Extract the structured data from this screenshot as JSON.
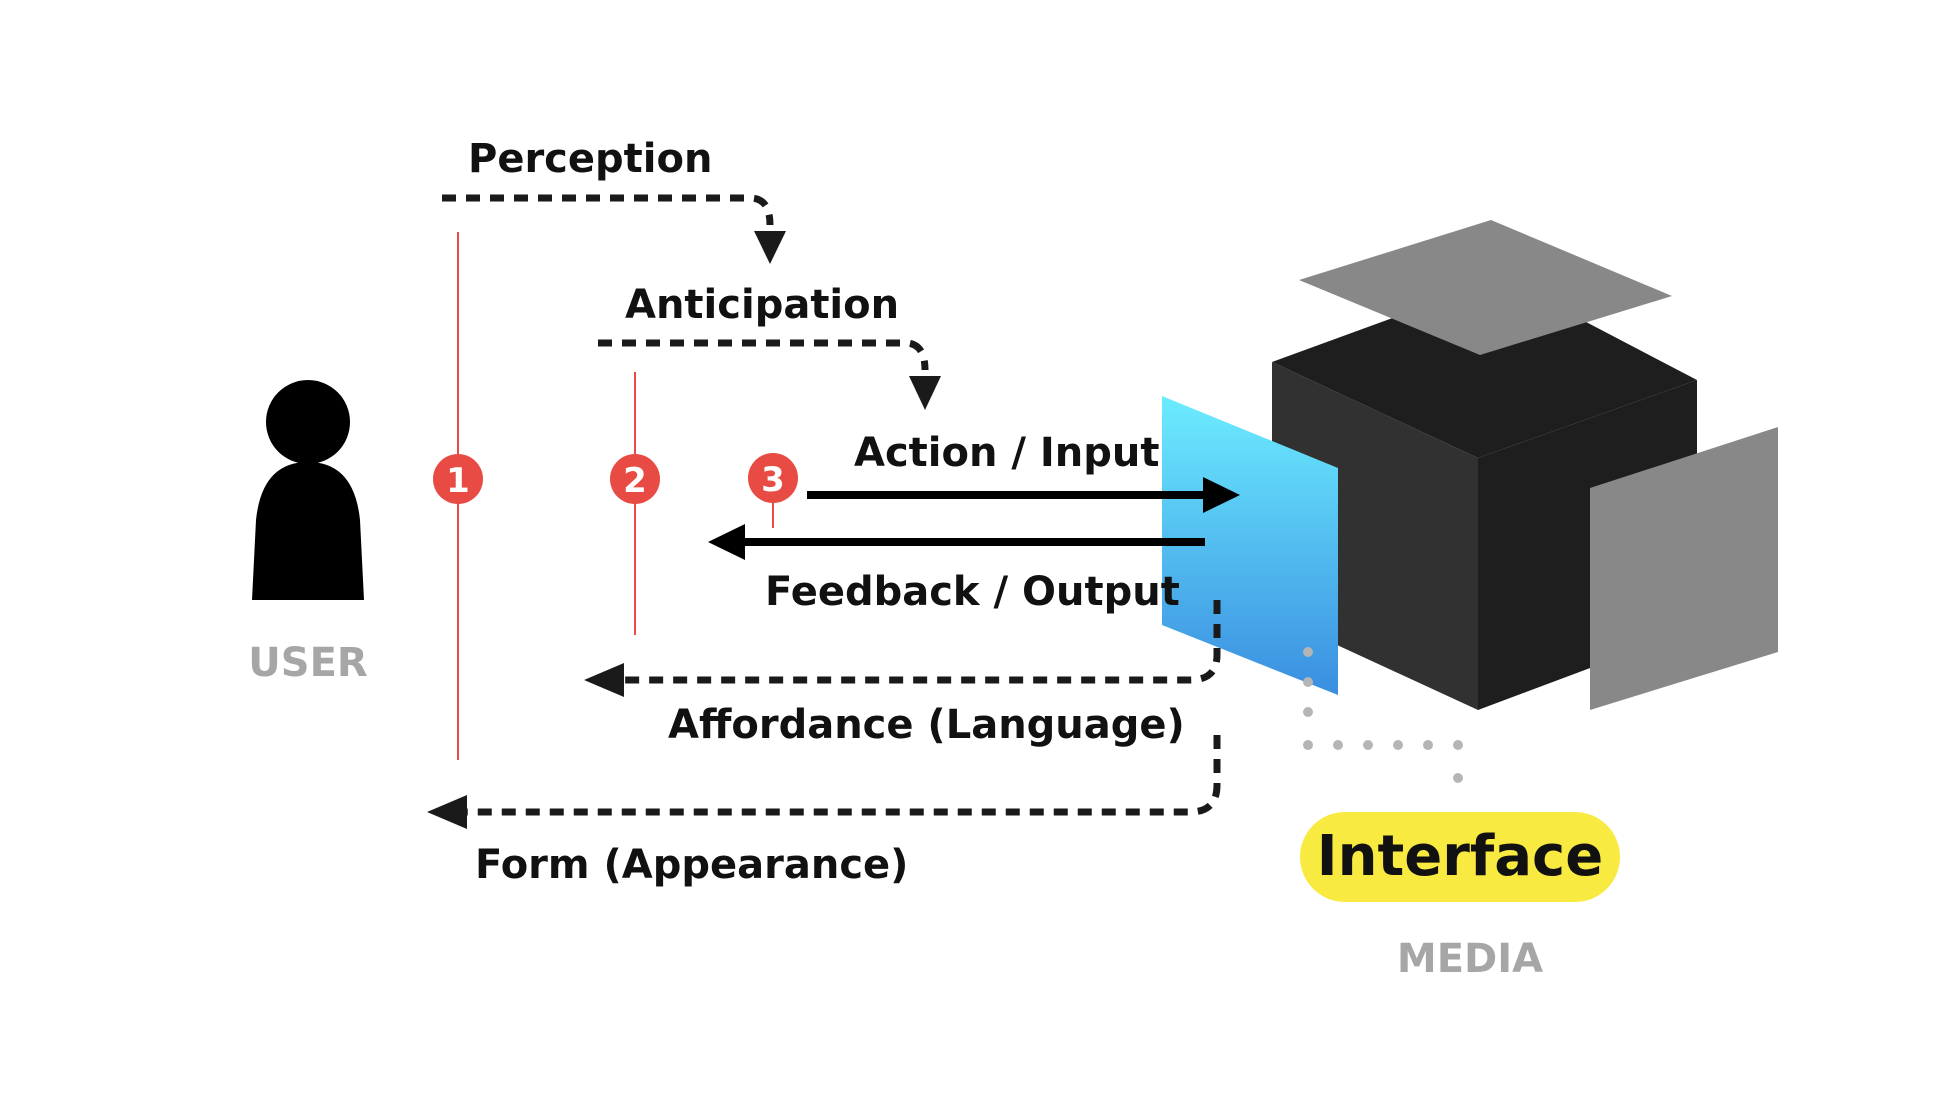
{
  "labels": {
    "perception": "Perception",
    "anticipation": "Anticipation",
    "action_input": "Action / Input",
    "feedback_output": "Feedback / Output",
    "affordance": "Affordance (Language)",
    "form": "Form (Appearance)",
    "user": "USER",
    "interface": "Interface",
    "media": "MEDIA"
  },
  "steps": [
    "1",
    "2",
    "3"
  ],
  "colors": {
    "red": "#e84b43",
    "yellow": "#f8ea40",
    "panel_top": "#6cecff",
    "panel_bottom": "#3a8ee0",
    "cube_dark": "#1e1e1e",
    "cube_side": "#313131",
    "gray_plate": "#888888",
    "label_gray": "#a6a6a6"
  },
  "icons": {
    "user": "person-silhouette-icon",
    "media": "cube-icon"
  }
}
